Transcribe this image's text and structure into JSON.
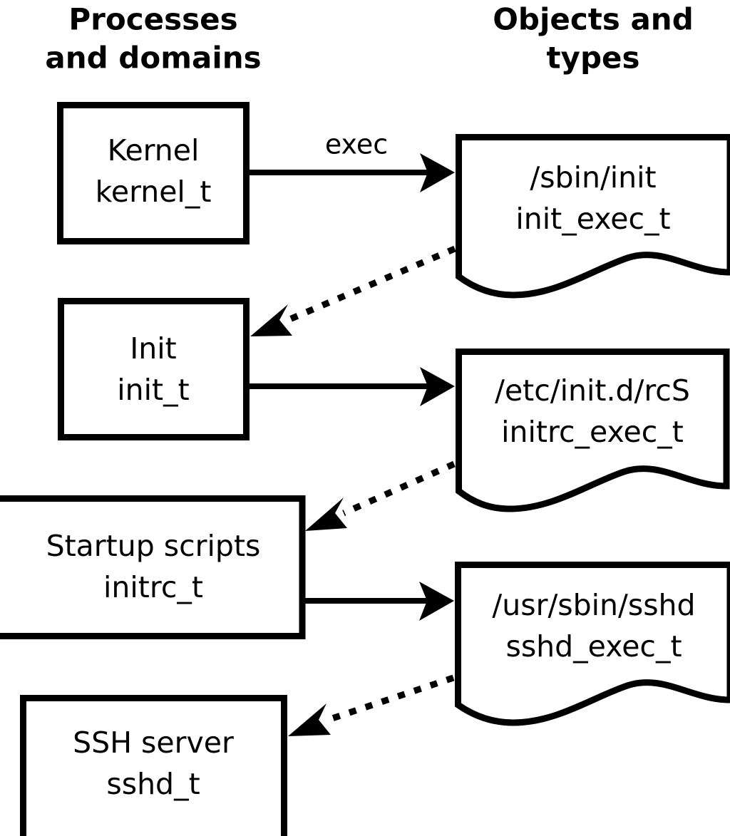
{
  "diagram": {
    "title_left": "Processes\nand domains",
    "columns": {
      "left": {
        "line1": "Processes",
        "line2": "and domains"
      },
      "right": {
        "line1": "Objects and",
        "line2": "types"
      }
    },
    "process_nodes": [
      {
        "id": "kernel",
        "line1": "Kernel",
        "line2": "kernel_t"
      },
      {
        "id": "init",
        "line1": "Init",
        "line2": "init_t"
      },
      {
        "id": "initrc",
        "line1": "Startup scripts",
        "line2": "initrc_t"
      },
      {
        "id": "sshd",
        "line1": "SSH server",
        "line2": "sshd_t"
      }
    ],
    "object_nodes": [
      {
        "id": "init_exec",
        "line1": "/sbin/init",
        "line2": "init_exec_t"
      },
      {
        "id": "initrc_exec",
        "line1": "/etc/init.d/rcS",
        "line2": "initrc_exec_t"
      },
      {
        "id": "sshd_exec",
        "line1": "/usr/sbin/sshd",
        "line2": "sshd_exec_t"
      }
    ],
    "edges": [
      {
        "id": "kernel-to-init-exec",
        "from": "kernel",
        "to": "init_exec",
        "style": "solid",
        "label": "exec"
      },
      {
        "id": "init-exec-to-init",
        "from": "init_exec",
        "to": "init",
        "style": "dotted",
        "label": ""
      },
      {
        "id": "init-to-initrc-exec",
        "from": "init",
        "to": "initrc_exec",
        "style": "solid",
        "label": ""
      },
      {
        "id": "initrc-exec-to-initrc",
        "from": "initrc_exec",
        "to": "initrc",
        "style": "dotted",
        "label": ""
      },
      {
        "id": "initrc-to-sshd-exec",
        "from": "initrc",
        "to": "sshd_exec",
        "style": "solid",
        "label": ""
      },
      {
        "id": "sshd-exec-to-sshd",
        "from": "sshd_exec",
        "to": "sshd",
        "style": "dotted",
        "label": ""
      }
    ],
    "colors": {
      "stroke": "#000000",
      "fill": "#ffffff",
      "background": "#ffffff"
    }
  }
}
